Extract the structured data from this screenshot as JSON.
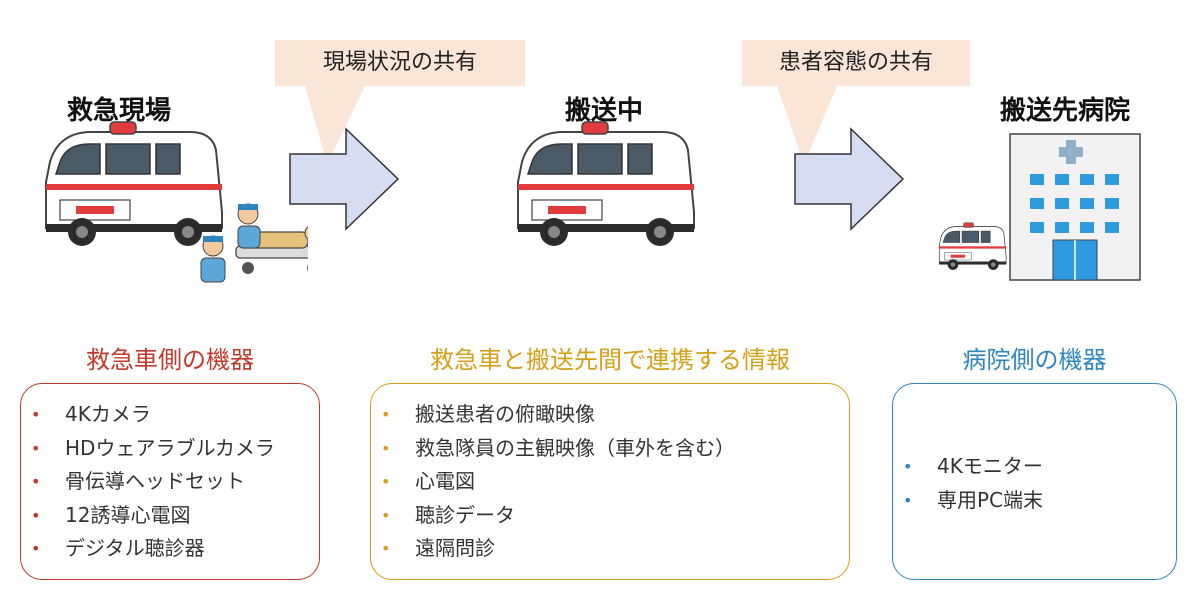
{
  "stages": [
    {
      "title": "救急現場"
    },
    {
      "title": "搬送中"
    },
    {
      "title": "搬送先病院"
    }
  ],
  "callouts": [
    {
      "label": "現場状況の共有"
    },
    {
      "label": "患者容態の共有"
    }
  ],
  "sections": {
    "ambulance": {
      "title": "救急車側の機器",
      "color": "#c0392b",
      "items": [
        "4Kカメラ",
        "HDウェアラブルカメラ",
        "骨伝導ヘッドセット",
        "12誘導心電図",
        "デジタル聴診器"
      ]
    },
    "shared": {
      "title": "救急車と搬送先間で連携する情報",
      "color": "#d4a017",
      "items": [
        "搬送患者の俯瞰映像",
        "救急隊員の主観映像（車外を含む）",
        "心電図",
        "聴診データ",
        "遠隔問診"
      ]
    },
    "hospital": {
      "title": "病院側の機器",
      "color": "#2e86c1",
      "items": [
        "4Kモニター",
        "専用PC端末"
      ]
    }
  },
  "icons": {
    "arrows": [
      "right-arrow-icon",
      "right-arrow-icon"
    ],
    "illustrations": [
      "ambulance-with-stretcher",
      "ambulance",
      "hospital-with-ambulance"
    ]
  }
}
